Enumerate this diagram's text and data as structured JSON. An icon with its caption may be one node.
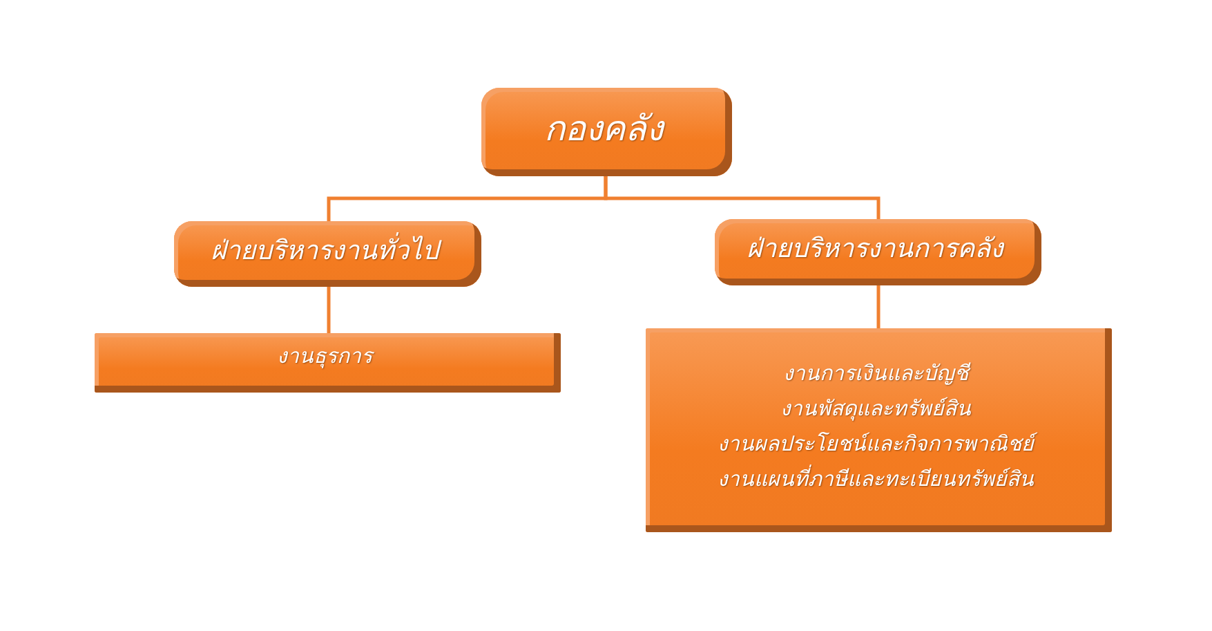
{
  "diagram": {
    "nodes": [
      {
        "text": [
          "กองคลัง"
        ]
      },
      {
        "text": [
          "ฝ่ายบริหารงานทั่วไป"
        ]
      },
      {
        "text": [
          "ฝ่ายบริหารงานการคลัง"
        ]
      },
      {
        "text": [
          "งานธุรการ"
        ]
      },
      {
        "text": [
          "งานการเงินและบัญชี",
          "งานพัสดุและทรัพย์สิน",
          "งานผลประโยชน์และกิจการพาณิชย์",
          "งานแผนที่ภาษีและทะเบียนทรัพย์สิน"
        ]
      }
    ],
    "edges": [
      {
        "from": 0,
        "to": 1,
        "arrow": "none"
      },
      {
        "from": 0,
        "to": 2,
        "arrow": "none"
      },
      {
        "from": 1,
        "to": 3,
        "arrow": "none"
      },
      {
        "from": 2,
        "to": 4,
        "arrow": "none"
      }
    ]
  }
}
